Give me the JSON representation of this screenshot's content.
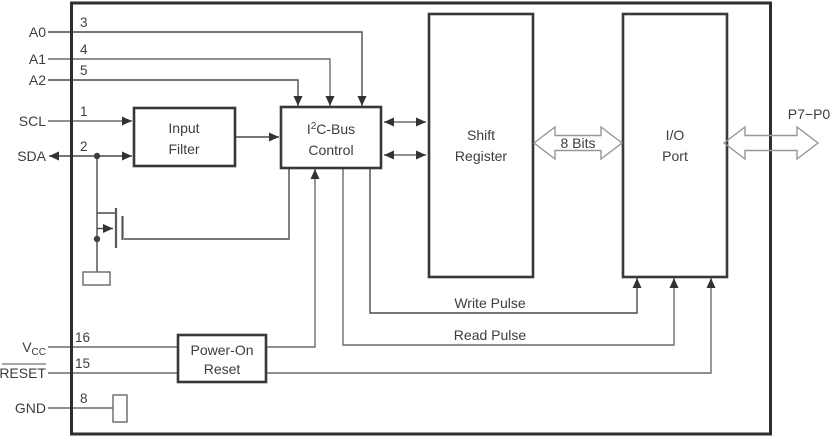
{
  "pins": {
    "a0": {
      "label": "A0",
      "number": "3"
    },
    "a1": {
      "label": "A1",
      "number": "4"
    },
    "a2": {
      "label": "A2",
      "number": "5"
    },
    "scl": {
      "label": "SCL",
      "number": "1"
    },
    "sda": {
      "label": "SDA",
      "number": "2"
    },
    "vcc": {
      "label_main": "V",
      "label_sub": "CC",
      "number": "16"
    },
    "reset": {
      "label": "RESET",
      "number": "15",
      "active_low": "overbar"
    },
    "gnd": {
      "label": "GND",
      "number": "8"
    }
  },
  "blocks": {
    "input_filter": {
      "line1": "Input",
      "line2": "Filter"
    },
    "i2c_bus_control": {
      "line1_pre": "I",
      "line1_sup": "2",
      "line1_post": "C-Bus",
      "line2": "Control"
    },
    "shift_register": {
      "line1": "Shift",
      "line2": "Register"
    },
    "io_port": {
      "line1": "I/O",
      "line2": "Port"
    },
    "power_on_reset": {
      "line1": "Power-On",
      "line2": "Reset"
    }
  },
  "labels": {
    "write_pulse": "Write Pulse",
    "read_pulse": "Read Pulse",
    "bus_width": "8 Bits",
    "port_range": "P7−P0"
  },
  "colors": {
    "signal_line": "#6b6b6b",
    "block_border": "#383838",
    "outer_border": "#2e2e2e",
    "wide_arrow_outline": "#979797",
    "text": "#3d3d3d",
    "background": "#ffffff"
  }
}
